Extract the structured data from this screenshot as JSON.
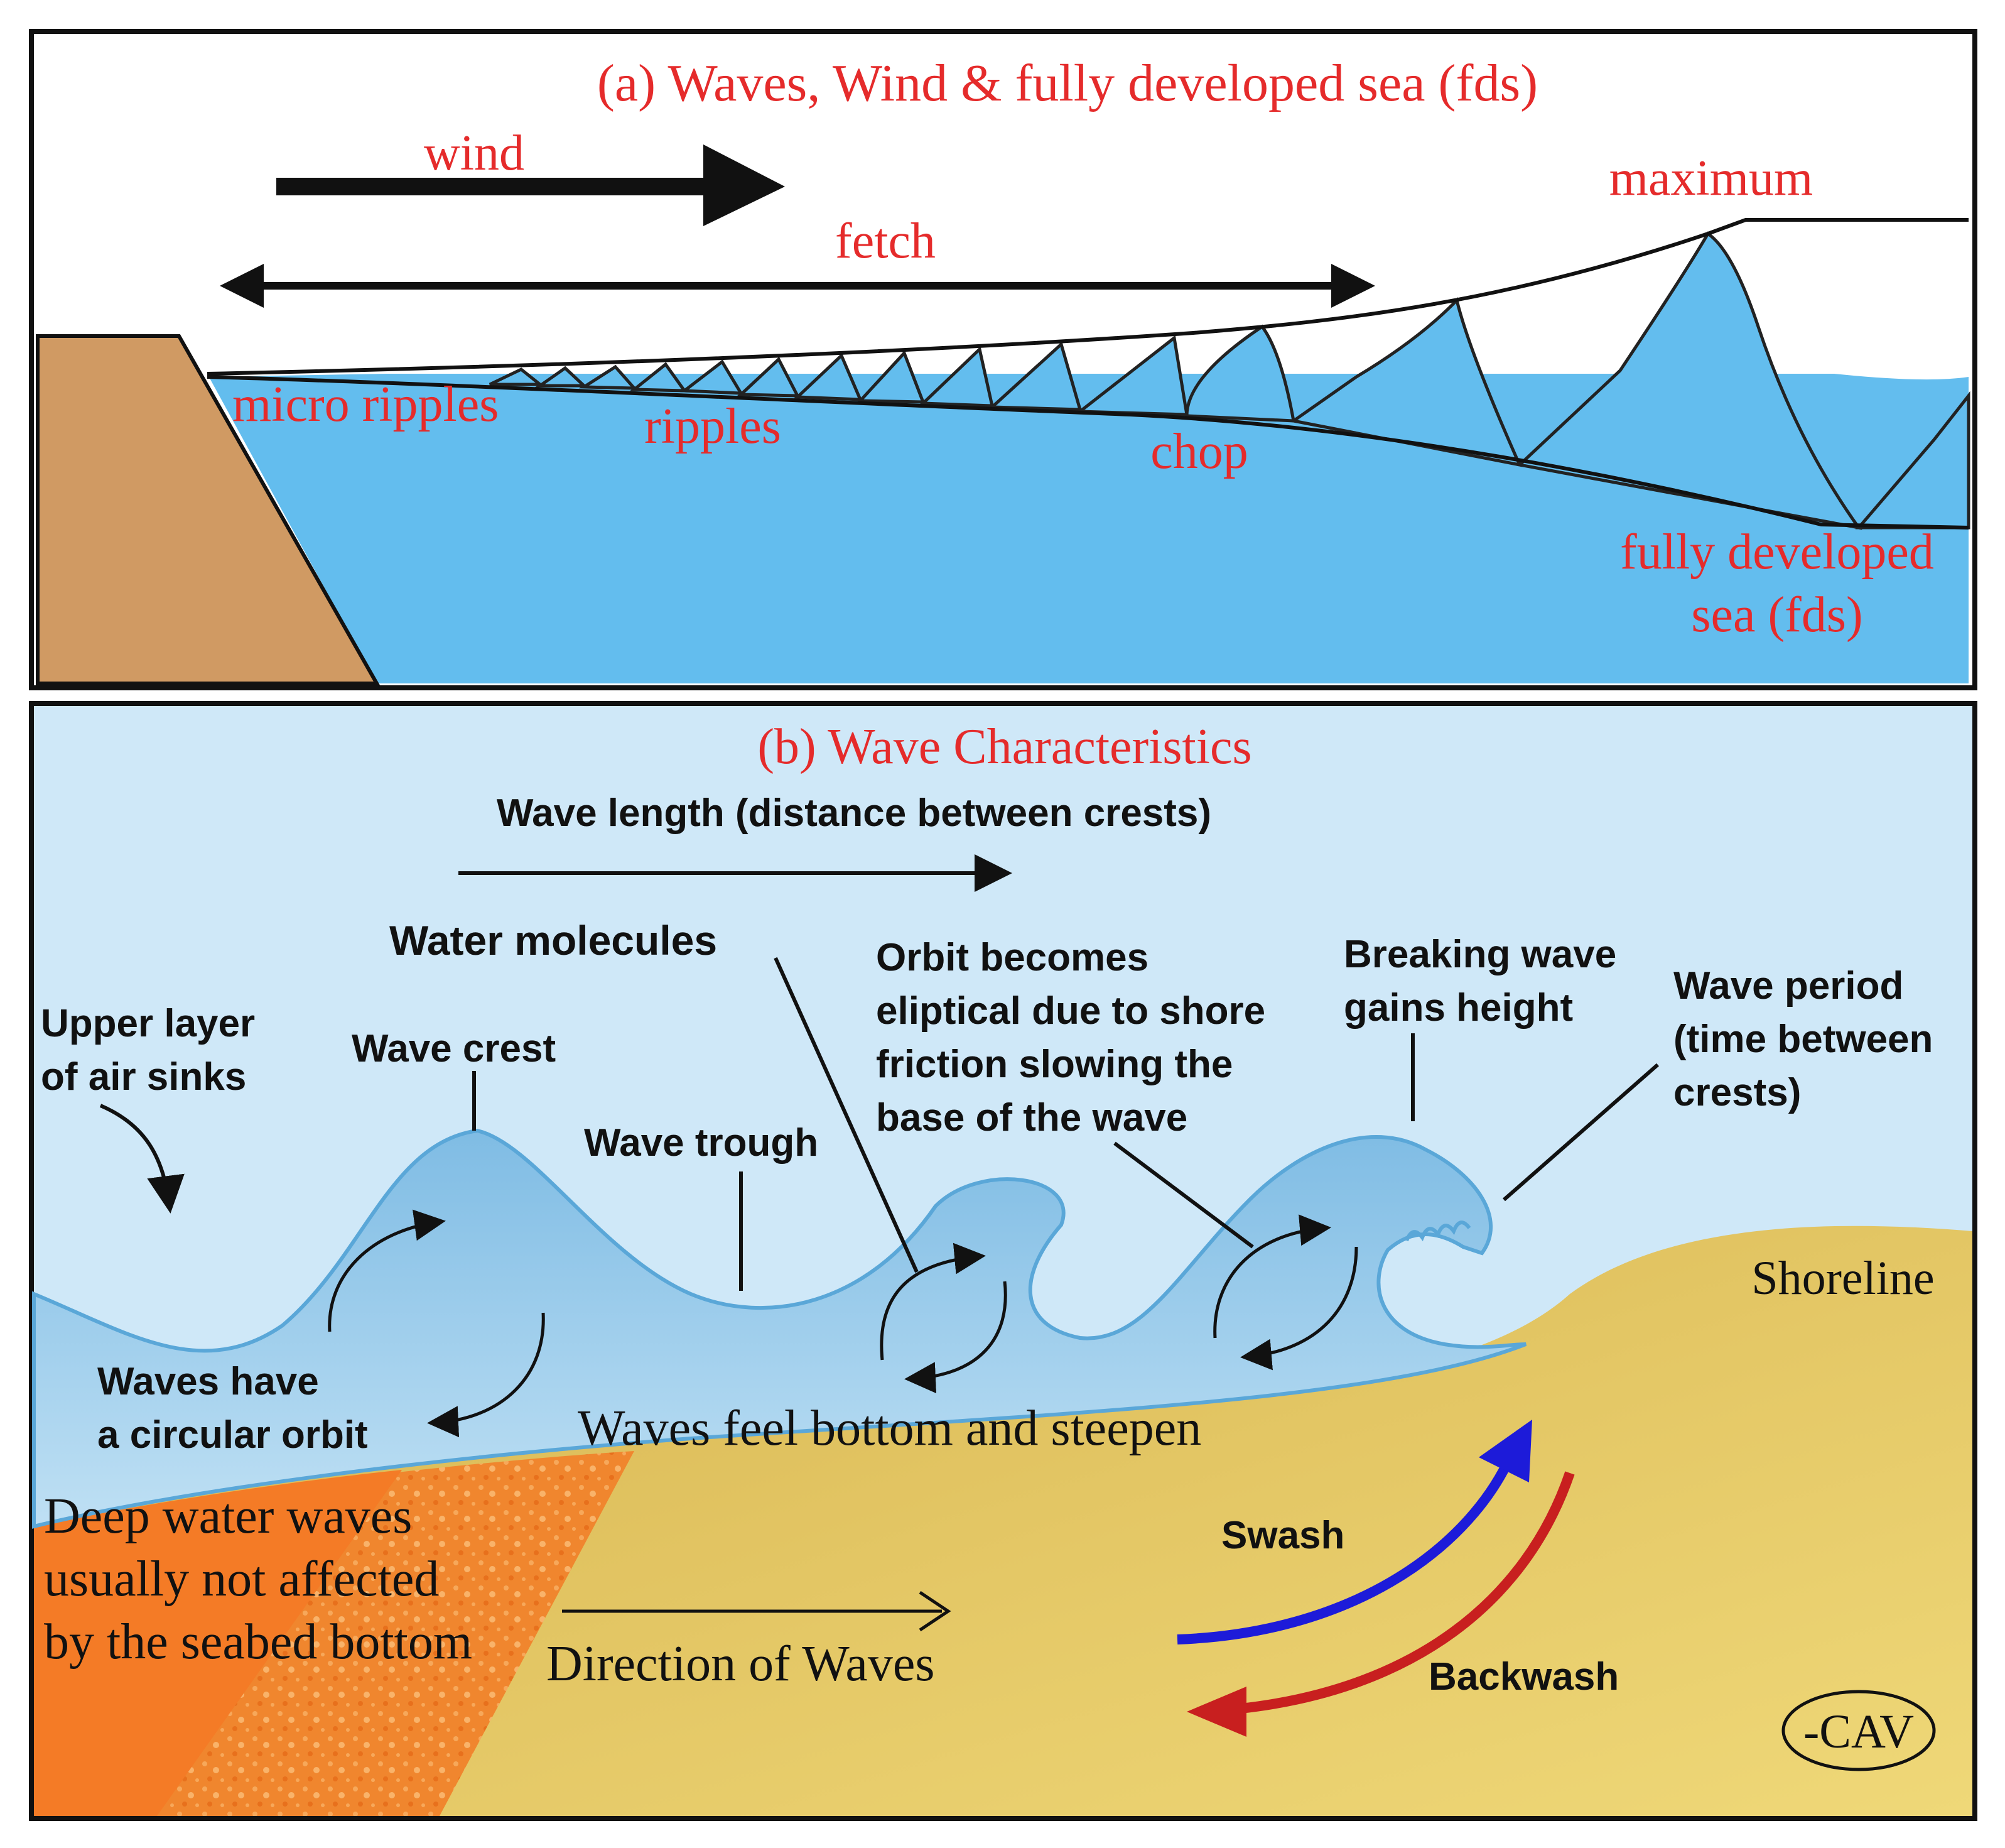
{
  "colors": {
    "title_red": "#e52b2b",
    "water_blue": "#63bdee",
    "panel_b_sky": "#cfe8f8",
    "wave_blue": "#93c8e8",
    "sand": "#e3c96b",
    "cliff": "#d09a63",
    "deep_orange": "#f47b26",
    "swash_blue": "#1d1bd9",
    "backwash_red": "#c81f1f"
  },
  "panel_a": {
    "title": "(a) Waves, Wind & fully developed sea (fds)",
    "wind_label": "wind",
    "fetch_label": "fetch",
    "maximum_label": "maximum",
    "micro_ripples_label": "micro ripples",
    "ripples_label": "ripples",
    "chop_label": "chop",
    "fds_label_line1": "fully developed",
    "fds_label_line2": "sea (fds)"
  },
  "panel_b": {
    "title": "(b) Wave Characteristics",
    "wave_length_label": "Wave length (distance between crests)",
    "water_molecules_label": "Water molecules",
    "orbit_elliptical_lines": [
      "Orbit becomes",
      "eliptical due to shore",
      "friction slowing the",
      "base of the wave"
    ],
    "breaking_wave_lines": [
      "Breaking wave",
      "gains height"
    ],
    "wave_period_lines": [
      "Wave period",
      "(time between",
      "crests)"
    ],
    "upper_layer_lines": [
      "Upper layer",
      "of air sinks"
    ],
    "wave_crest_label": "Wave crest",
    "wave_trough_label": "Wave trough",
    "shoreline_label": "Shoreline",
    "circular_orbit_lines": [
      "Waves have",
      "a circular orbit"
    ],
    "feel_bottom_label": "Waves feel bottom and steepen",
    "deep_water_lines": [
      "Deep water waves",
      "usually not affected",
      "by the seabed bottom"
    ],
    "direction_label": "Direction of Waves",
    "swash_label": "Swash",
    "backwash_label": "Backwash",
    "signature": "-CAV"
  }
}
